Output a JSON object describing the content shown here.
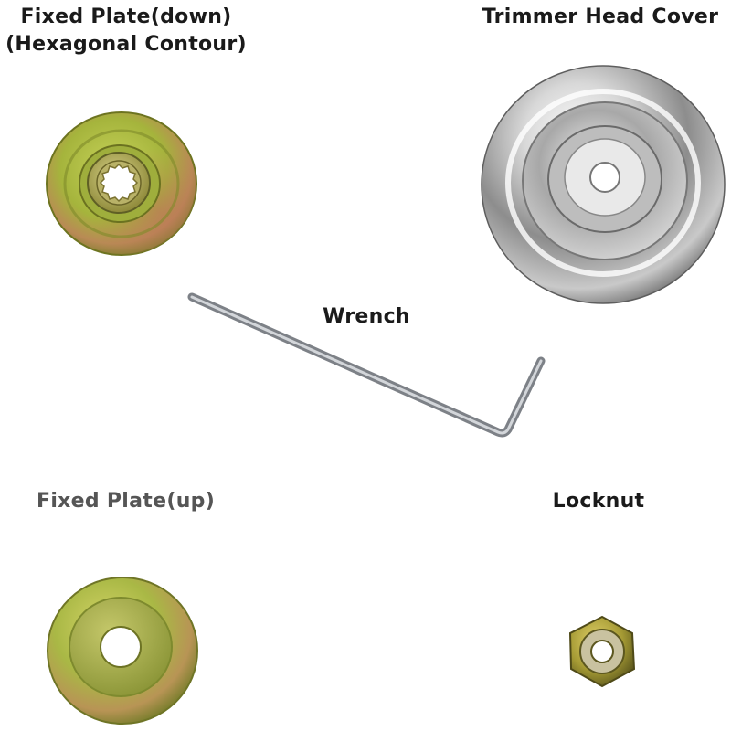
{
  "labels": {
    "fixed_plate_down_line1": "Fixed Plate(down)",
    "fixed_plate_down_line2": "(Hexagonal Contour)",
    "trimmer_head_cover": "Trimmer Head Cover",
    "wrench": "Wrench",
    "fixed_plate_up": "Fixed Plate(up)",
    "locknut": "Locknut"
  },
  "colors": {
    "background": "#ffffff",
    "label_text": "#1a1a1a",
    "label_text_muted": "#555555",
    "brass_green": "#9fb23a",
    "chrome": "#c8c8c8",
    "steel": "#a9adb3"
  }
}
